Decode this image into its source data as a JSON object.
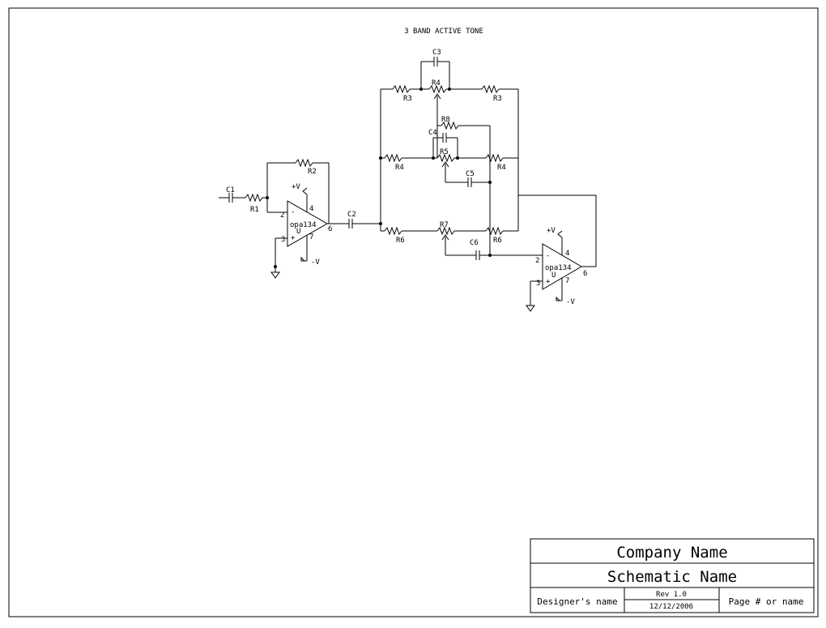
{
  "schematic": {
    "title": "3 BAND ACTIVE TONE",
    "components": {
      "C1": "C1",
      "C2": "C2",
      "C3": "C3",
      "C4": "C4",
      "C5": "C5",
      "C6": "C6",
      "R1": "R1",
      "R2": "R2",
      "R3": "R3",
      "R4": "R4",
      "R5": "R5",
      "R6": "R6",
      "R7": "R7",
      "R8": "R8"
    },
    "opamp1": {
      "part": "opa134",
      "unit": "U",
      "pin_inv": "2",
      "pin_noninv": "3",
      "pin_vpos": "4",
      "pin_out": "6",
      "pin_vneg": "7",
      "minus": "-",
      "plus": "+"
    },
    "opamp2": {
      "part": "opa134",
      "unit": "U",
      "pin_inv": "2",
      "pin_noninv": "3",
      "pin_vpos": "4",
      "pin_out": "6",
      "pin_vneg": "7",
      "minus": "-",
      "plus": "+"
    },
    "power": {
      "vpos": "+V",
      "vneg": "-V"
    }
  },
  "title_block": {
    "company": "Company Name",
    "schematic_name": "Schematic Name",
    "designer": "Designer's name",
    "rev": "Rev 1.0",
    "date": "12/12/2006",
    "page": "Page # or name"
  }
}
